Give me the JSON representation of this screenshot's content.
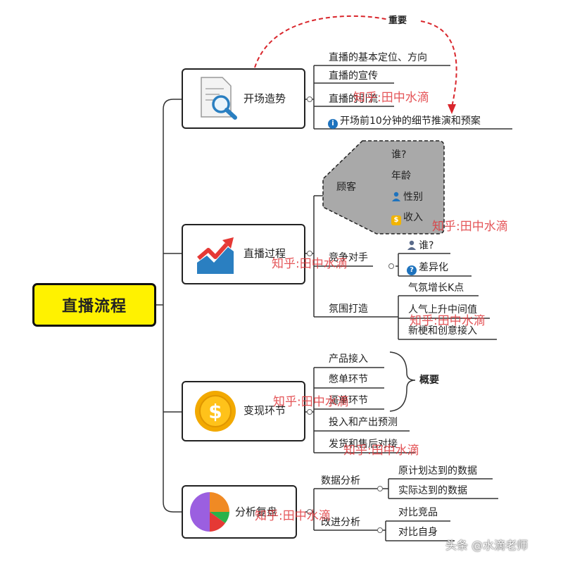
{
  "root": {
    "label": "直播流程"
  },
  "annotation": {
    "important": "重要"
  },
  "branches": [
    {
      "label": "开场造势",
      "icon": "document-search-icon",
      "items": [
        "直播的基本定位、方向",
        "直播的宣传",
        "直播的引流",
        "开场前10分钟的细节推演和预案"
      ]
    },
    {
      "label": "直播过程",
      "icon": "line-chart-icon",
      "sub": [
        {
          "label": "顾客",
          "items": [
            "谁?",
            "年龄",
            "性别",
            "收入"
          ]
        },
        {
          "label": "竞争对手",
          "items": [
            "谁?",
            "差异化"
          ]
        },
        {
          "label": "氛围打造",
          "items": [
            "气氛增长K点",
            "人气上升中间值",
            "新梗和创意接入"
          ]
        }
      ]
    },
    {
      "label": "变现环节",
      "icon": "dollar-coin-icon",
      "items": [
        "产品接入",
        "憋单环节",
        "逼单环节",
        "投入和产出预测",
        "发货和售后对接"
      ],
      "summary": "概要"
    },
    {
      "label": "分析复盘",
      "icon": "pie-chart-icon",
      "sub": [
        {
          "label": "数据分析",
          "items": [
            "原计划达到的数据",
            "实际达到的数据"
          ]
        },
        {
          "label": "改进分析",
          "items": [
            "对比竞品",
            "对比自身"
          ]
        }
      ]
    }
  ],
  "watermarks": [
    "知乎:田中水滴"
  ],
  "footer": {
    "text": "头条 @水滴老师"
  },
  "colors": {
    "root_fill": "#fff200",
    "watermark": "#e0383c",
    "arrow": "#d9262c",
    "blob": "#a9a9a9"
  }
}
